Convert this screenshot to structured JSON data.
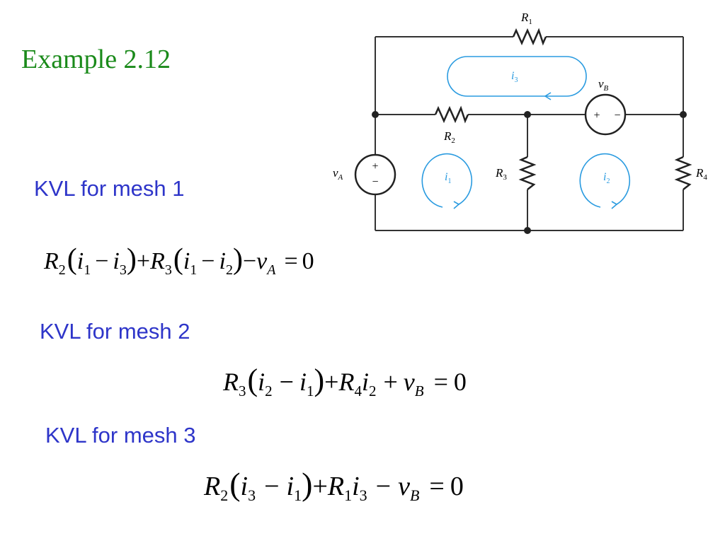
{
  "slide": {
    "title": "Example 2.12"
  },
  "headings": {
    "mesh1": "KVL for mesh 1",
    "mesh2": "KVL for mesh 2",
    "mesh3": "KVL for mesh 3"
  },
  "circuit": {
    "resistors": {
      "r1": {
        "sym": "R",
        "sub": "1"
      },
      "r2": {
        "sym": "R",
        "sub": "2"
      },
      "r3": {
        "sym": "R",
        "sub": "3"
      },
      "r4": {
        "sym": "R",
        "sub": "4"
      }
    },
    "sources": {
      "va": {
        "sym": "v",
        "sub": "A",
        "plus": "+",
        "minus": "−"
      },
      "vb": {
        "sym": "v",
        "sub": "B",
        "plus": "+",
        "minus": "−"
      }
    },
    "currents": {
      "i1": {
        "sym": "i",
        "sub": "1"
      },
      "i2": {
        "sym": "i",
        "sub": "2"
      },
      "i3": {
        "sym": "i",
        "sub": "3"
      }
    },
    "colors": {
      "wire": "#333333",
      "mesh_loop": "#2a9be0"
    }
  },
  "equations": {
    "eq1": {
      "R2": "R",
      "R2s": "2",
      "lp1": "(",
      "i1": "i",
      "i1s": "1",
      "m1": "−",
      "i3": "i",
      "i3s": "3",
      "rp1": ")",
      "plus": "+",
      "R3": "R",
      "R3s": "3",
      "lp2": "(",
      "i1b": "i",
      "i1bs": "1",
      "m2": "−",
      "i2": "i",
      "i2s": "2",
      "rp2": ")",
      "m3": "−",
      "vA": "v",
      "vAs": "A",
      "eq": "=",
      "zero": "0"
    },
    "eq2": {
      "R3": "R",
      "R3s": "3",
      "lp": "(",
      "i2": "i",
      "i2s": "2",
      "m1": "−",
      "i1": "i",
      "i1s": "1",
      "rp": ")",
      "plus1": "+",
      "R4": "R",
      "R4s": "4",
      "i2b": "i",
      "i2bs": "2",
      "plus2": "+",
      "vB": "v",
      "vBs": "B",
      "eq": "=",
      "zero": "0"
    },
    "eq3": {
      "R2": "R",
      "R2s": "2",
      "lp": "(",
      "i3": "i",
      "i3s": "3",
      "m1": "−",
      "i1": "i",
      "i1s": "1",
      "rp": ")",
      "plus": "+",
      "R1": "R",
      "R1s": "1",
      "i3b": "i",
      "i3bs": "3",
      "m2": "−",
      "vB": "v",
      "vBs": "B",
      "eq": "=",
      "zero": "0"
    }
  }
}
